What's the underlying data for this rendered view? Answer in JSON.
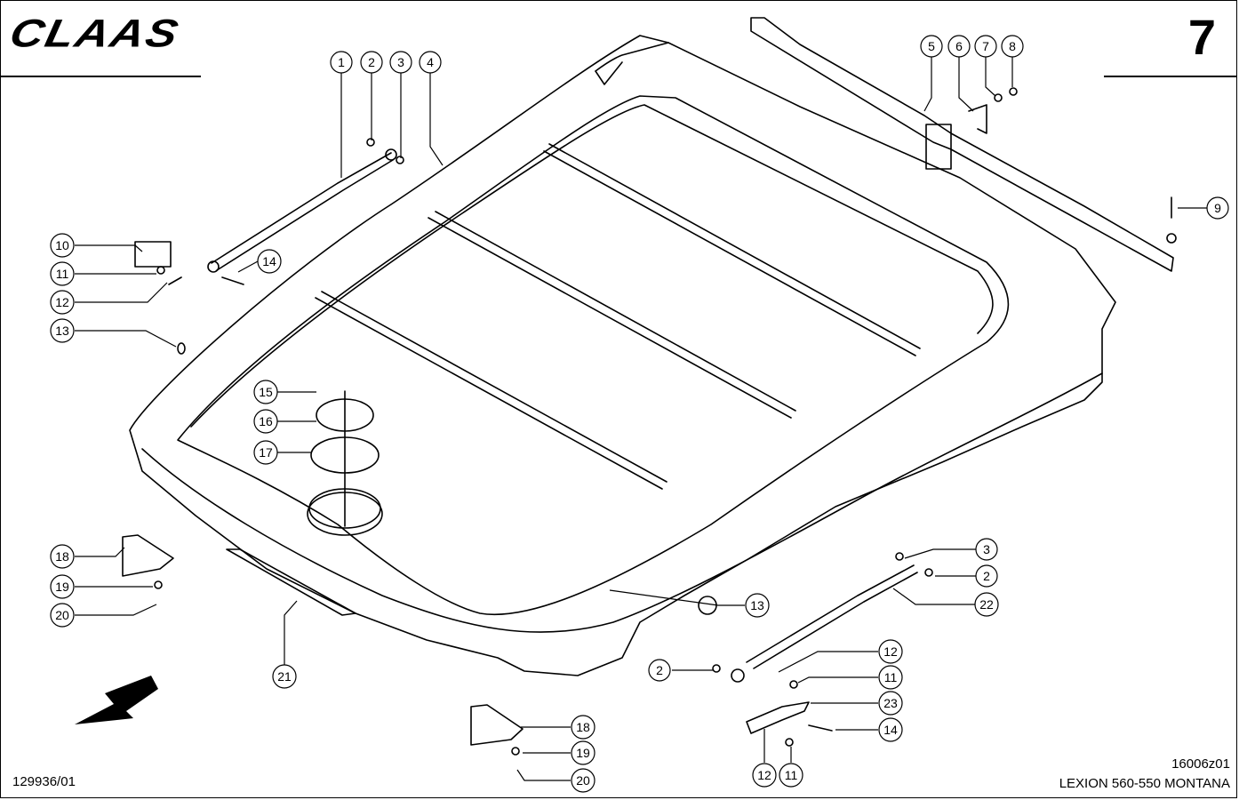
{
  "header": {
    "brand_logo": "CLAAS",
    "page_number": "7"
  },
  "footer": {
    "drawing_number": "129936/01",
    "figure_code": "16006z01",
    "model": "LEXION 560-550 MONTANA"
  },
  "callouts": {
    "c1": "1",
    "c2": "2",
    "c3": "3",
    "c4": "4",
    "c5": "5",
    "c6": "6",
    "c7": "7",
    "c8": "8",
    "c9": "9",
    "c10": "10",
    "c11": "11",
    "c12": "12",
    "c13": "13",
    "c14": "14",
    "c2b": "2",
    "c3b": "3",
    "c22": "22",
    "c13b": "13",
    "c15": "15",
    "c16": "16",
    "c17": "17",
    "c18": "18",
    "c19": "19",
    "c20": "20",
    "c21": "21",
    "c2c": "2",
    "c12b": "12",
    "c11b": "11",
    "c23": "23",
    "c14b": "14",
    "c12c": "12",
    "c11c": "11",
    "c18b": "18",
    "c19b": "19",
    "c20b": "20"
  },
  "icons": {
    "direction": "front-direction-arrow-icon"
  }
}
